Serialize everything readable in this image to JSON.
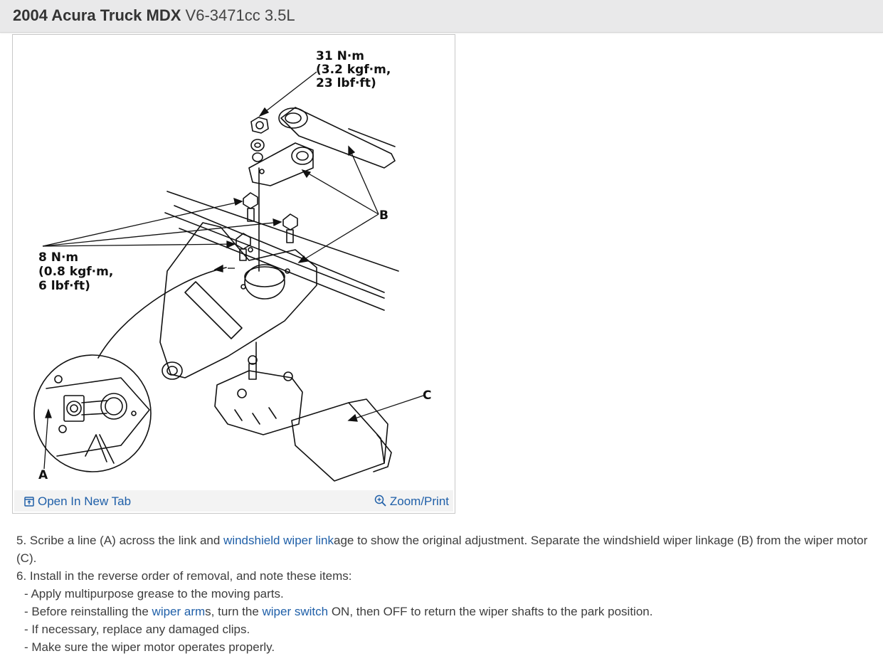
{
  "header": {
    "title_bold": "2004 Acura Truck MDX",
    "title_sub": "V6-3471cc 3.5L"
  },
  "figure": {
    "labels": {
      "torque_top_1": "31 N·m",
      "torque_top_2": "(3.2 kgf·m,",
      "torque_top_3": "23 lbf·ft)",
      "torque_left_1": "8 N·m",
      "torque_left_2": "(0.8 kgf·m,",
      "torque_left_3": "6 lbf·ft)",
      "label_a": "A",
      "label_b": "B",
      "label_c": "C"
    },
    "open_tab_label": "Open In New Tab",
    "zoom_label": "Zoom/Print"
  },
  "instructions": {
    "step5_num": "5.",
    "step5_a": " Scribe a line (A) across the link and ",
    "step5_link": "windshield wiper link",
    "step5_b": "age to show the original adjustment. Separate the windshield wiper linkage (B) from the wiper motor (C).",
    "step6": "6. Install in the reverse order of removal, and note these items:",
    "bullet1": "-  Apply multipurpose grease to the moving parts.",
    "bullet2_a": "-  Before reinstalling the ",
    "bullet2_link1": "wiper arm",
    "bullet2_b": "s, turn the ",
    "bullet2_link2": "wiper switch",
    "bullet2_c": " ON, then OFF to return the wiper shafts to the park position.",
    "bullet3": "-  If necessary, replace any damaged clips.",
    "bullet4": "-  Make sure the wiper motor operates properly."
  },
  "colors": {
    "link": "#1f5fa8",
    "header_bg": "#e9e9ea",
    "text": "#3d3d3d"
  },
  "icons": [
    "open-new-tab-icon",
    "zoom-icon"
  ]
}
